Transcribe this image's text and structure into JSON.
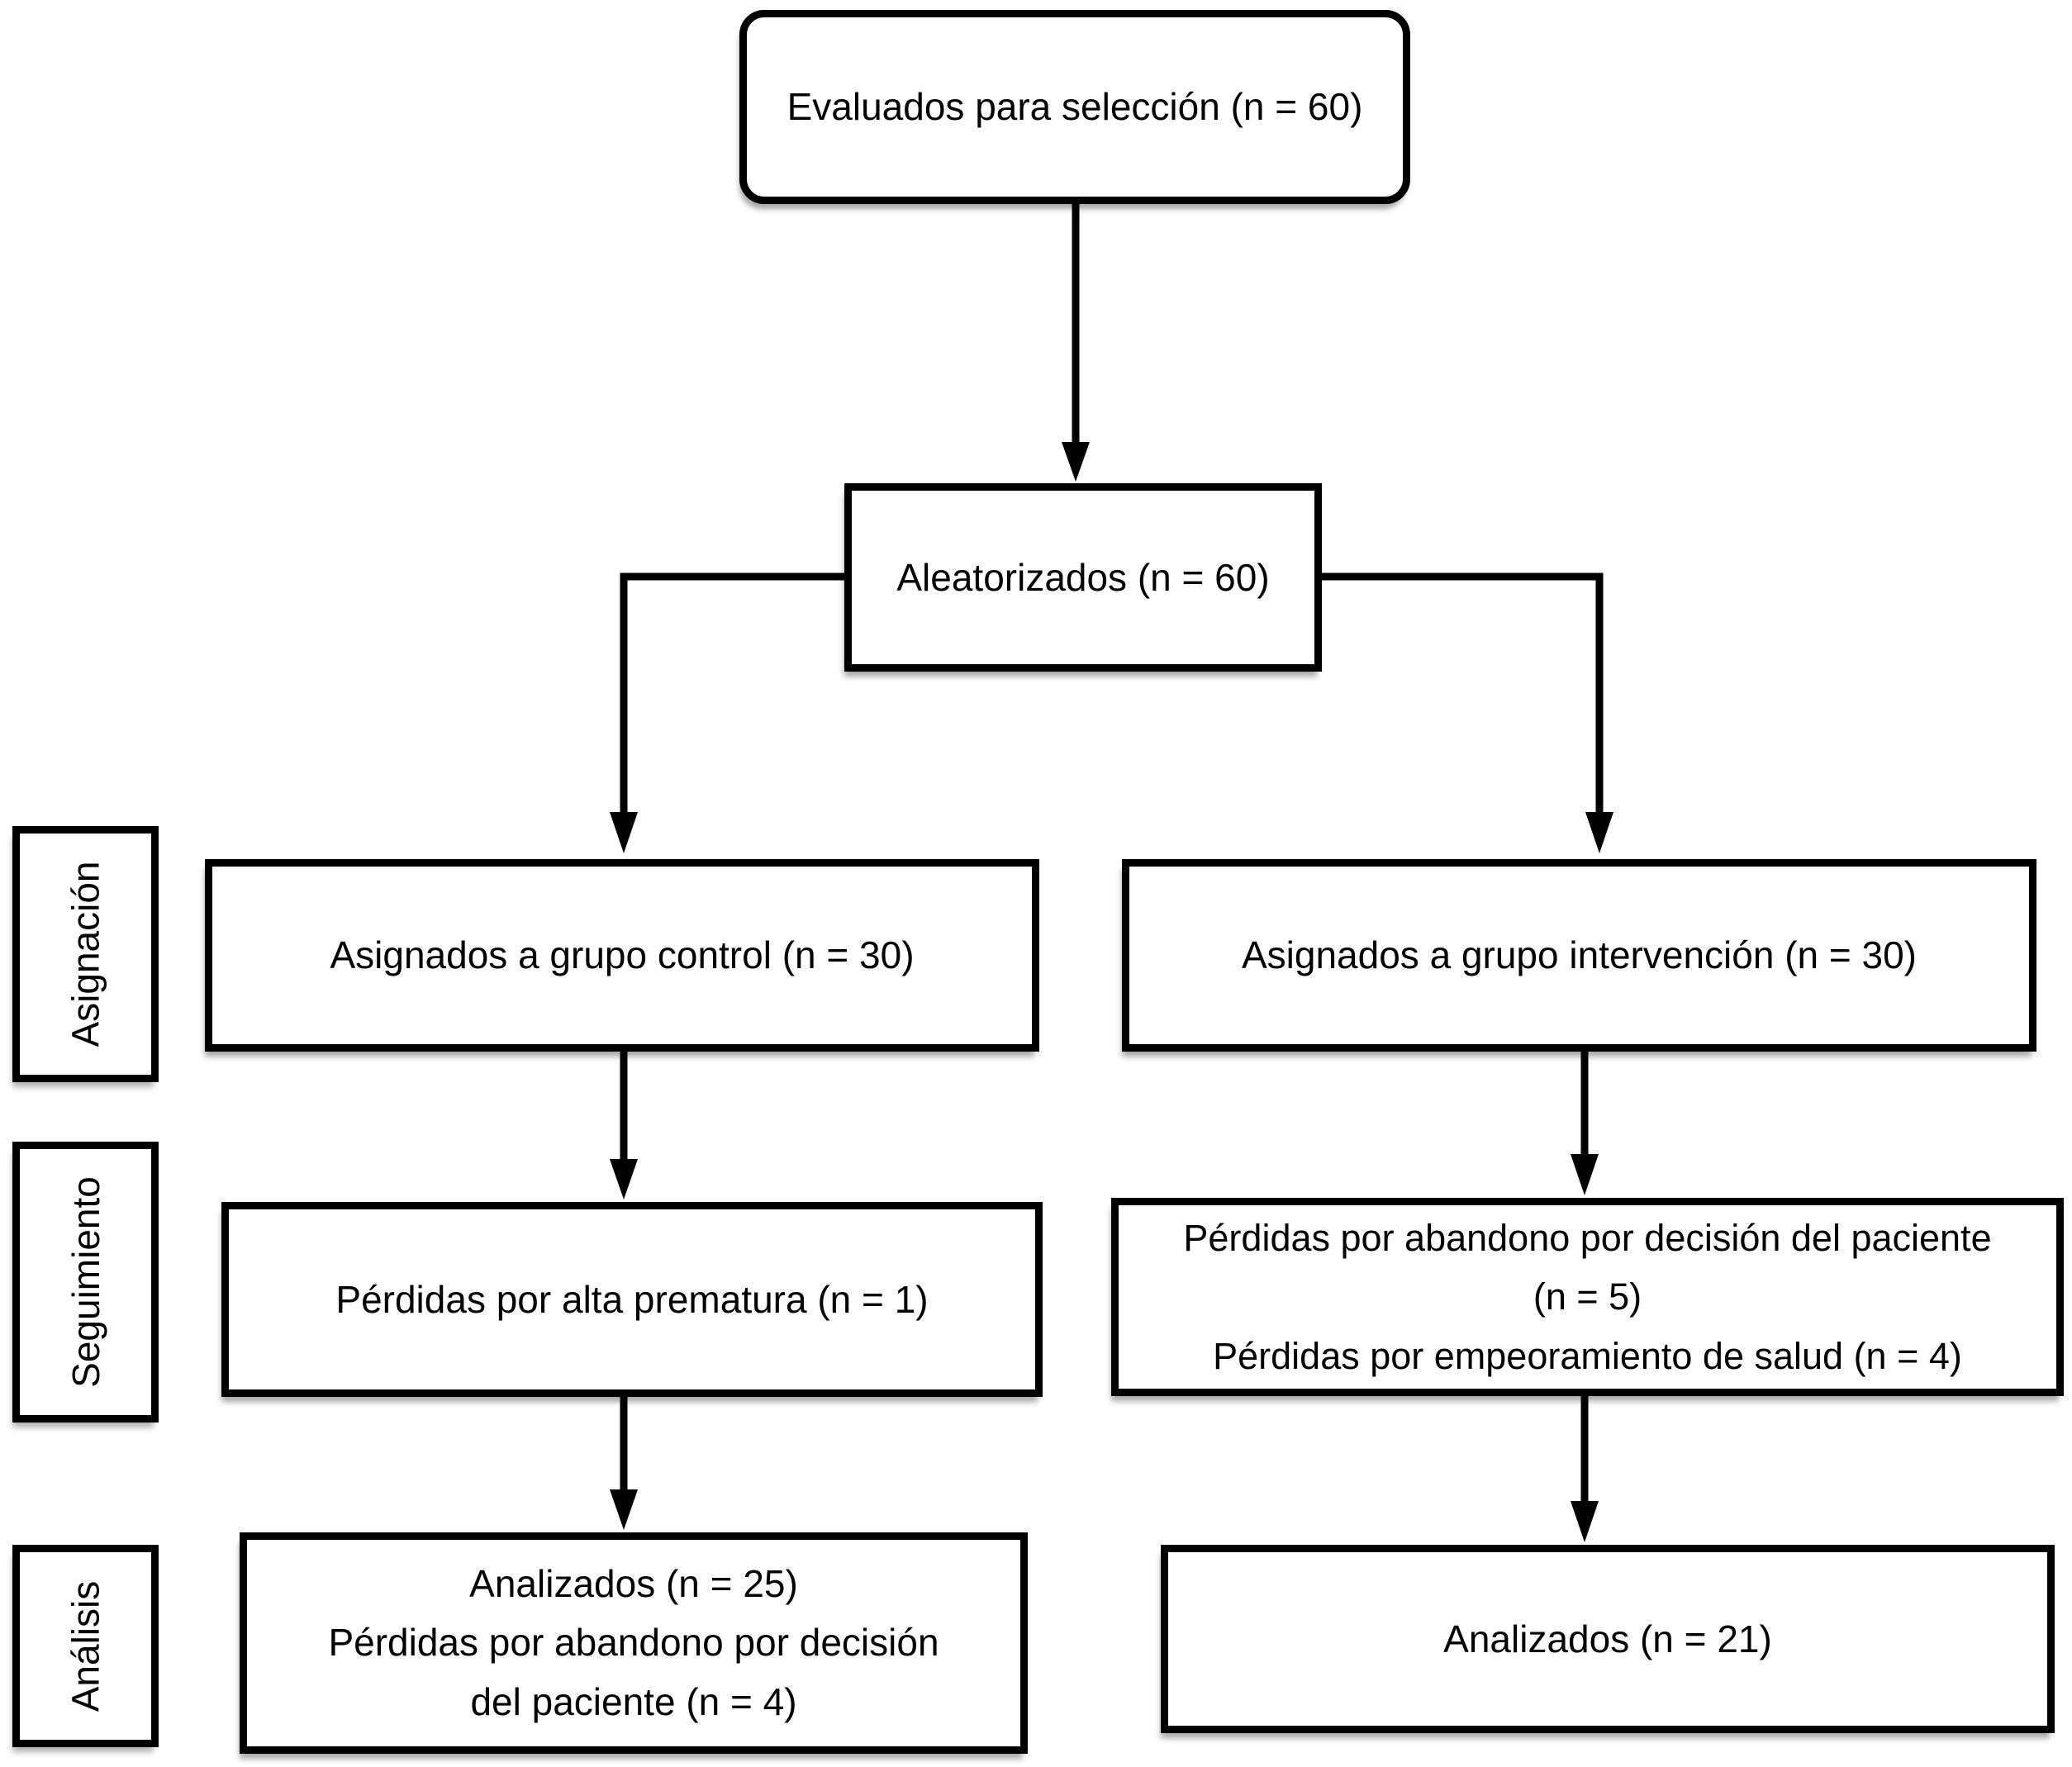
{
  "diagram": {
    "type": "consort-flowchart",
    "background_color": "#ffffff",
    "box_fill_color": "#ffffff",
    "box_border_color": "#000000",
    "text_color": "#000000",
    "nodes": {
      "assessed": {
        "label": "Evaluados para selección (n = 60)"
      },
      "randomized": {
        "label": "Aleatorizados (n = 60)"
      },
      "allocation_control": {
        "label": "Asignados a grupo control (n = 30)"
      },
      "allocation_intervention": {
        "label": "Asignados a grupo intervención (n = 30)"
      },
      "followup_control": {
        "lines": [
          "Pérdidas por alta prematura (n = 1)"
        ]
      },
      "followup_intervention": {
        "lines": [
          "Pérdidas por abandono por decisión del paciente",
          "(n = 5)",
          "Pérdidas por empeoramiento de salud (n = 4)"
        ]
      },
      "analysis_control": {
        "lines": [
          "Analizados (n = 25)",
          "Pérdidas por abandono por decisión",
          "del paciente  (n = 4)"
        ]
      },
      "analysis_intervention": {
        "label": "Analizados (n = 21)"
      }
    },
    "stages": {
      "allocation": "Asignación",
      "followup": "Seguimiento",
      "analysis": "Análisis"
    }
  }
}
